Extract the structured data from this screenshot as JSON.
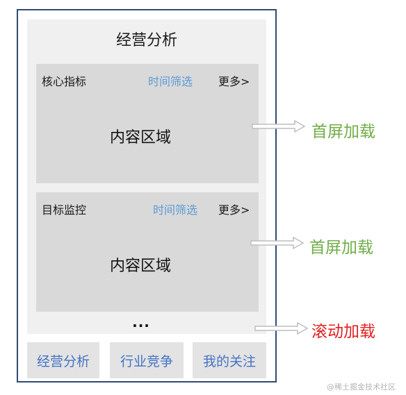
{
  "page": {
    "title": "经营分析"
  },
  "cards": [
    {
      "title": "核心指标",
      "filter": "时间筛选",
      "more": "更多>",
      "content": "内容区域"
    },
    {
      "title": "目标监控",
      "filter": "时间筛选",
      "more": "更多>",
      "content": "内容区域"
    }
  ],
  "ellipsis": "...",
  "tabs": [
    "经营分析",
    "行业竞争",
    "我的关注"
  ],
  "annotations": [
    {
      "label": "首屏加载",
      "color": "#70ad47"
    },
    {
      "label": "首屏加载",
      "color": "#70ad47"
    },
    {
      "label": "滚动加载",
      "color": "#e02020"
    }
  ],
  "watermark": "@稀土掘金技术社区"
}
